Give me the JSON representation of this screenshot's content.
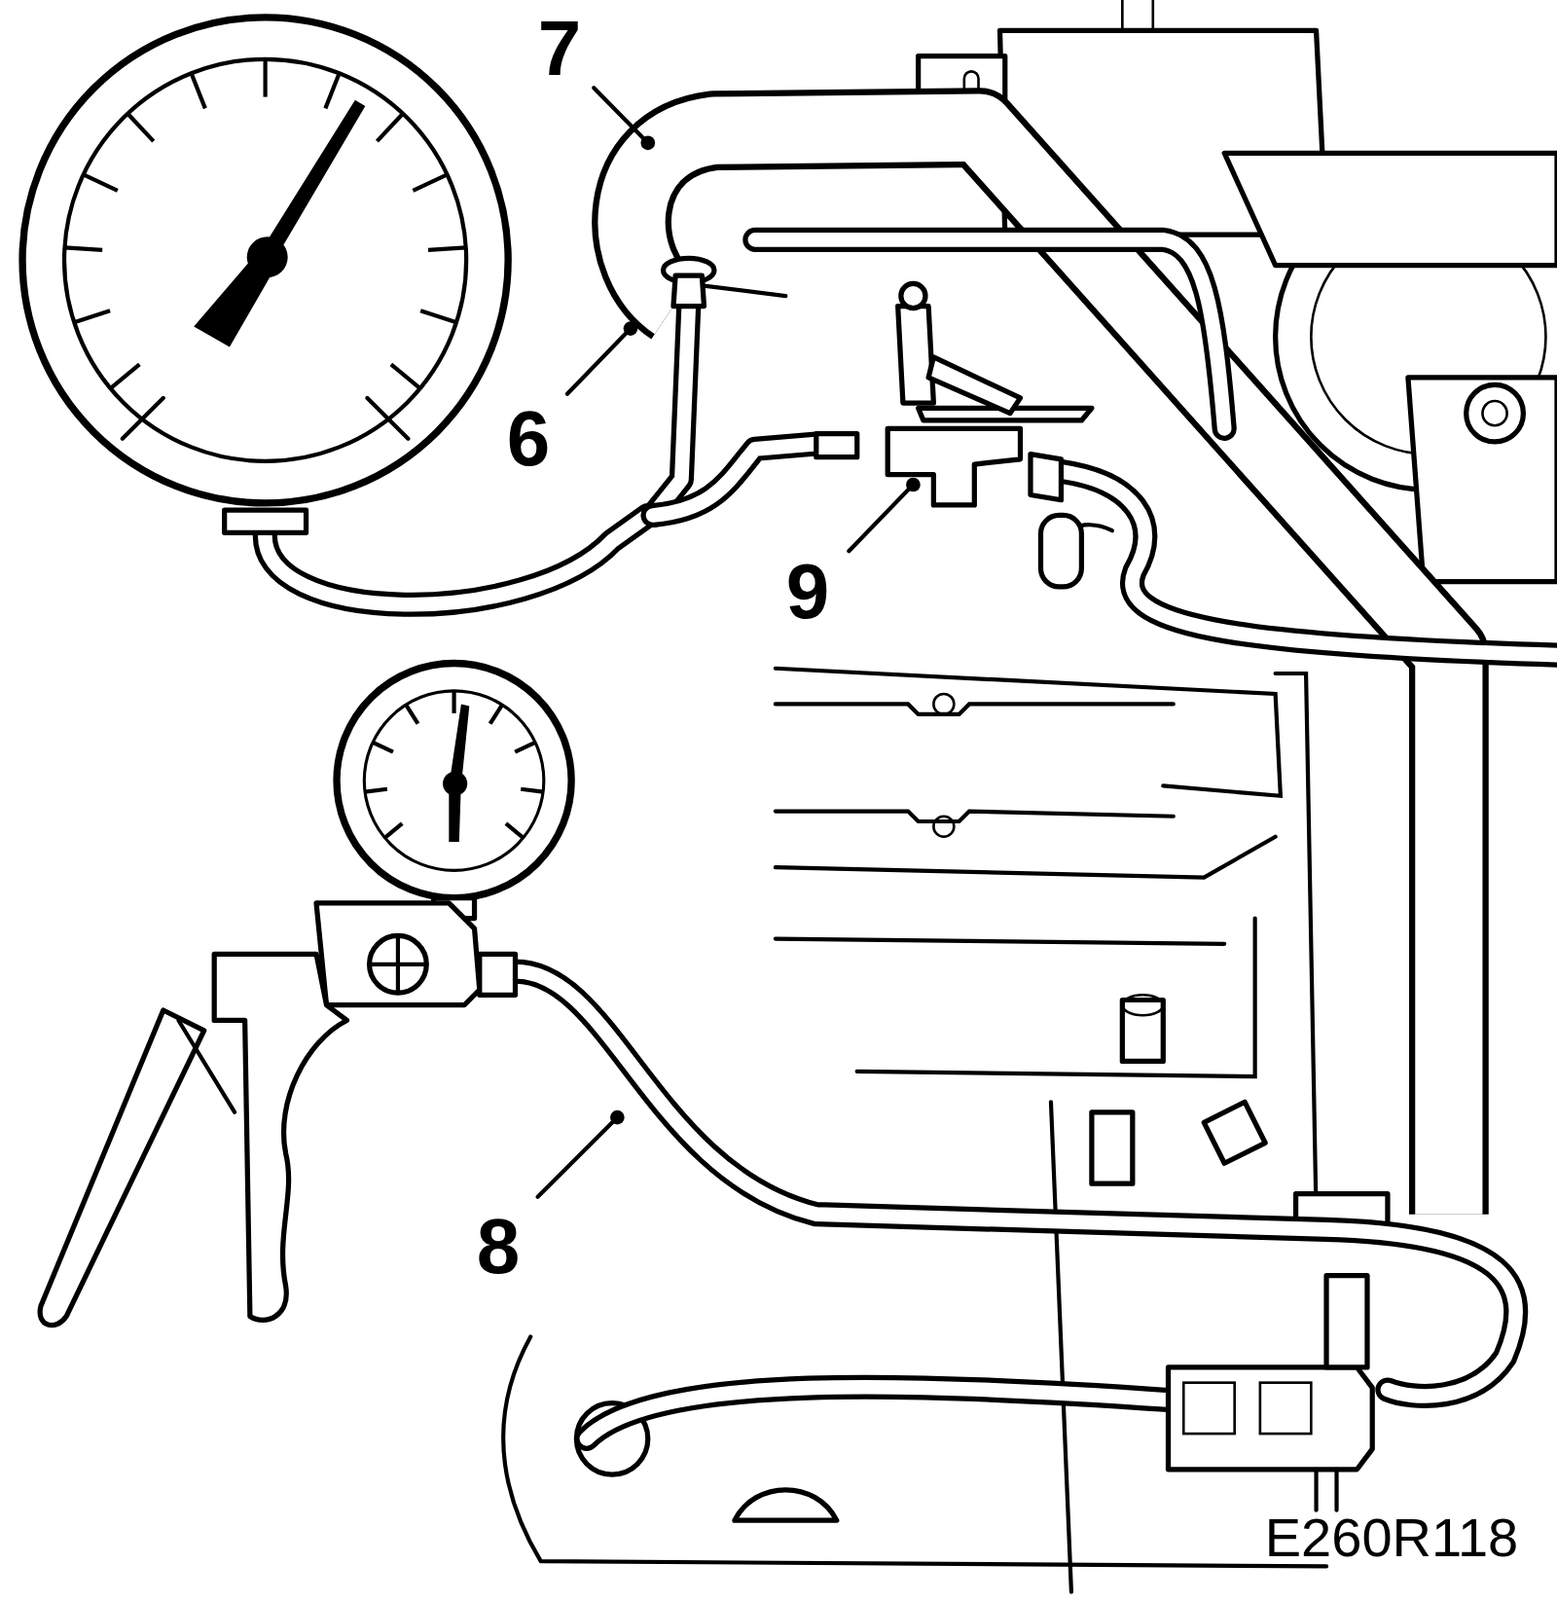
{
  "diagram": {
    "labels": [
      "7",
      "6",
      "9",
      "8",
      "E260R118"
    ]
  }
}
